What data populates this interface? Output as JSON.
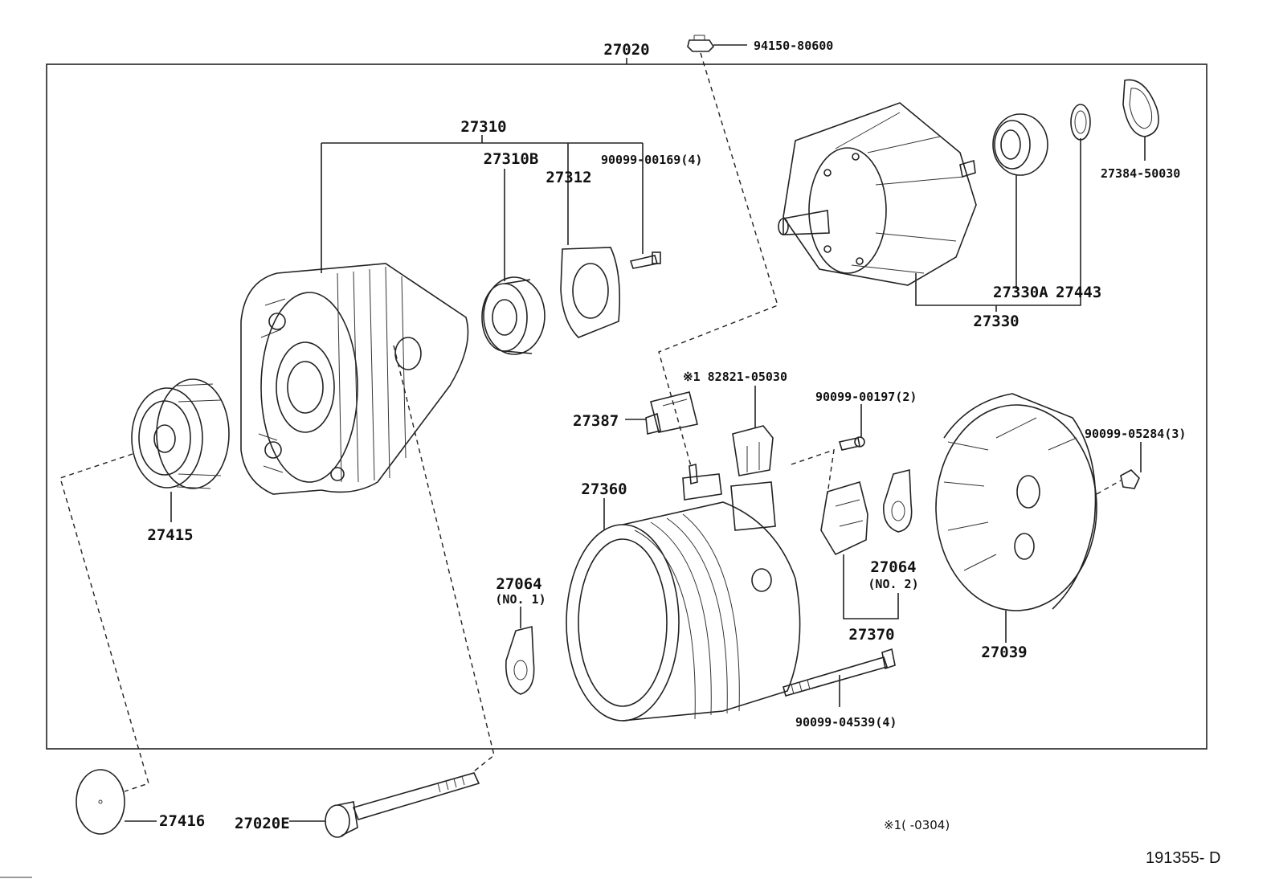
{
  "diagram": {
    "drawing_id": "191355- D",
    "footnote": "※1(      -0304)",
    "labels": {
      "assembly": "27020",
      "terminal_bolt": "94150-80600",
      "frame_assy": "27310",
      "bearing_front": "27310B",
      "retainer_plate": "27312",
      "retainer_screw": "90099-00169(4)",
      "pulley": "27415",
      "pulley_cap": "27416",
      "through_bolt": "27020E",
      "rotor_assy": "27330",
      "rotor_bearing": "27330A",
      "bearing_cover": "27443",
      "rotor_gasket": "27384-50030",
      "insulator": "27387",
      "connector": "※1 82821-05030",
      "brush_screw": "90099-00197(2)",
      "stator_frame": "27360",
      "brush_holder_assy": "27370",
      "holder_no2": "27064",
      "holder_no2_sub": "(NO. 2)",
      "holder_no1": "27064",
      "holder_no1_sub": "(NO. 1)",
      "rear_cover": "27039",
      "cover_nut": "90099-05284(3)",
      "stator_bolt": "90099-04539(4)"
    }
  }
}
